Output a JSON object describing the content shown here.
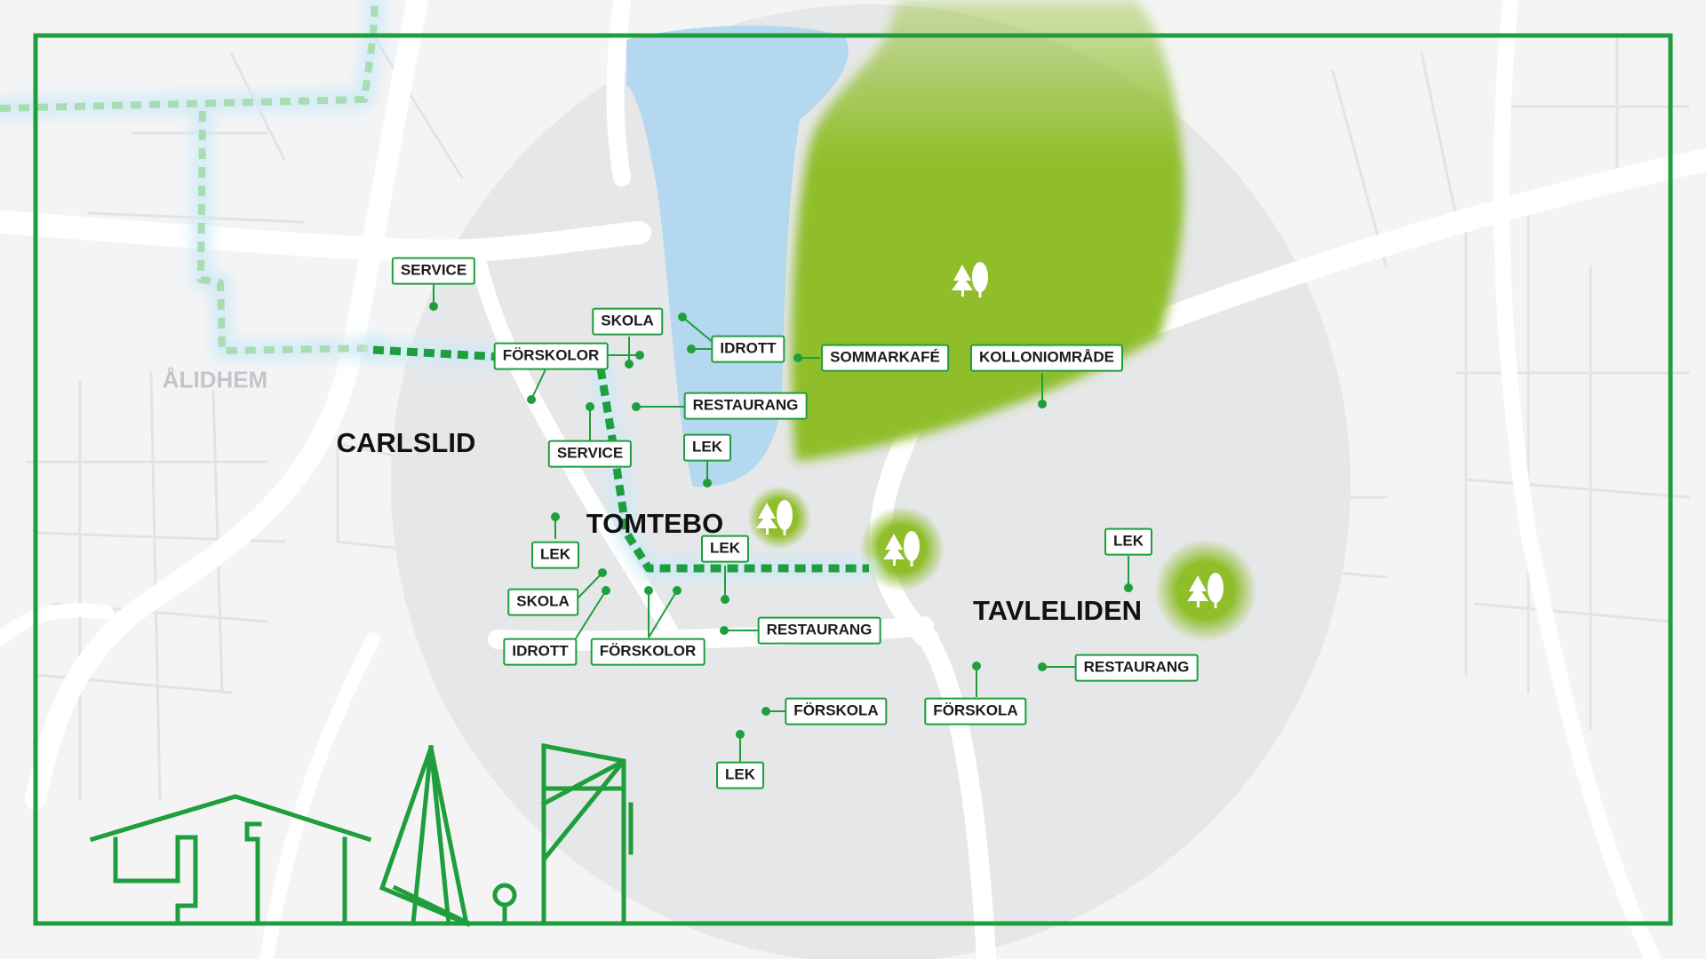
{
  "colors": {
    "frame": "#1e9e3c",
    "park": "#8fbe2a",
    "water": "#b4d8ef",
    "zone": "#e5e6e7",
    "route_primary": "#1e9e3c",
    "route_faded": "#a8dcb2",
    "road": "#ffffff"
  },
  "areas": {
    "alidhem": "ÅLIDHEM",
    "carlslid": "CARLSLID",
    "tomtebo": "TOMTEBO",
    "tavleliden": "TAVLELIDEN"
  },
  "icons": {
    "park": "trees-icon"
  },
  "labels": {
    "service_1": "SERVICE",
    "forskolor_1": "FÖRSKOLOR",
    "skola_1": "SKOLA",
    "idrott_1": "IDROTT",
    "sommarkafe": "SOMMARKAFÉ",
    "kolloniomrade": "KOLLONIOMRÅDE",
    "restaurang_1": "RESTAURANG",
    "service_2": "SERVICE",
    "lek_1": "LEK",
    "lek_2": "LEK",
    "lek_3": "LEK",
    "skola_2": "SKOLA",
    "idrott_2": "IDROTT",
    "forskolor_2": "FÖRSKOLOR",
    "restaurang_2": "RESTAURANG",
    "forskola_1": "FÖRSKOLA",
    "lek_4": "LEK",
    "lek_5": "LEK",
    "restaurang_3": "RESTAURANG",
    "forskola_2": "FÖRSKOLA"
  }
}
